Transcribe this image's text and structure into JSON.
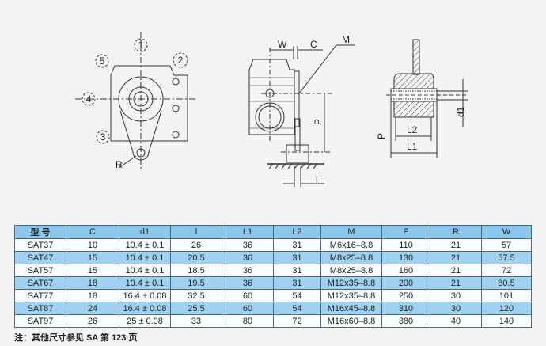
{
  "drawings": {
    "front_view": {
      "labels": {
        "radius": "R",
        "pos1": "1",
        "pos2": "2",
        "pos3": "3",
        "pos4": "4",
        "pos5": "5"
      }
    },
    "side_view": {
      "labels": {
        "w": "W",
        "c": "C",
        "m": "M",
        "p": "P",
        "l": "l"
      }
    },
    "section_view": {
      "labels": {
        "d1": "d1",
        "l1": "L1",
        "l2": "L2",
        "p": "P"
      }
    }
  },
  "table": {
    "headers": [
      "型 号",
      "C",
      "d1",
      "l",
      "L1",
      "L2",
      "M",
      "P",
      "R",
      "W"
    ],
    "rows": [
      [
        "SAT37",
        "10",
        "10.4 ± 0.1",
        "26",
        "36",
        "31",
        "M6x16–8.8",
        "110",
        "21",
        "57"
      ],
      [
        "SAT47",
        "15",
        "10.4 ± 0.1",
        "20.5",
        "36",
        "31",
        "M8x25–8.8",
        "130",
        "21",
        "57.5"
      ],
      [
        "SAT57",
        "15",
        "10.4 ± 0.1",
        "18.5",
        "36",
        "31",
        "M8x25–8.8",
        "160",
        "21",
        "72"
      ],
      [
        "SAT67",
        "18",
        "10.4 ± 0.1",
        "19.5",
        "36",
        "31",
        "M12x35–8.8",
        "200",
        "21",
        "80.5"
      ],
      [
        "SAT77",
        "18",
        "16.4 ± 0.08",
        "32.5",
        "60",
        "54",
        "M12x35–8.8",
        "250",
        "30",
        "101"
      ],
      [
        "SAT87",
        "24",
        "16.4 ± 0.08",
        "25.5",
        "60",
        "54",
        "M16x45–8.8",
        "310",
        "30",
        "120"
      ],
      [
        "SAT97",
        "26",
        "25 ± 0.08",
        "33",
        "80",
        "72",
        "M16x60–8.8",
        "380",
        "40",
        "140"
      ]
    ]
  },
  "note": "注：其他尺寸参见 SA 第 123 页",
  "colors": {
    "header": "#8cc8ee",
    "row_blue": "#9dd2f2",
    "row_white": "#fbfcfd"
  }
}
